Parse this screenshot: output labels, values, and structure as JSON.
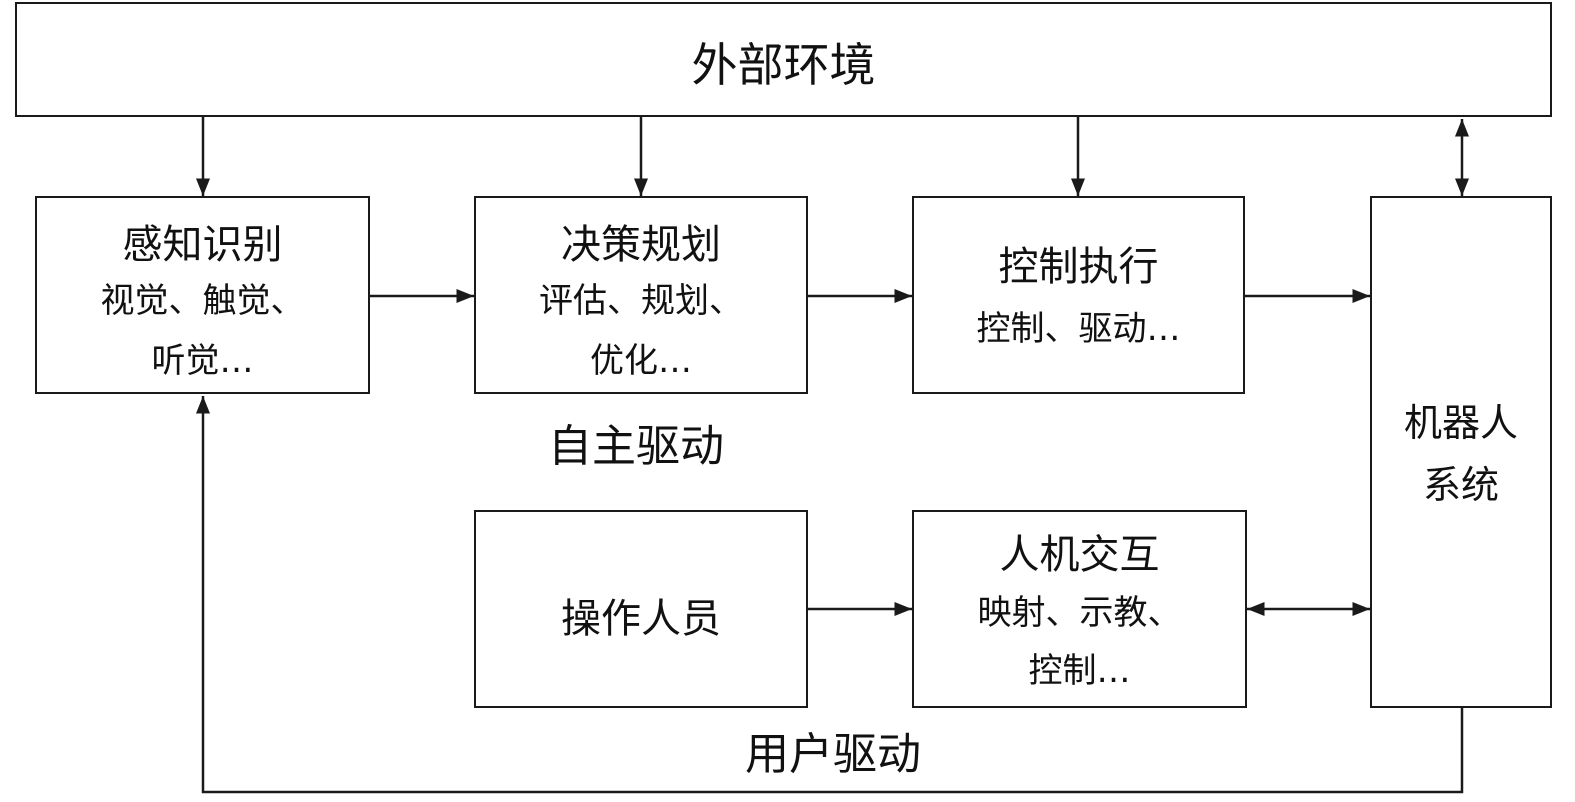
{
  "environment": {
    "title": "外部环境"
  },
  "perception": {
    "title": "感知识别",
    "line1": "视觉、触觉、",
    "line2": "听觉…"
  },
  "planning": {
    "title": "决策规划",
    "line1": "评估、规划、",
    "line2": "优化…"
  },
  "control": {
    "title": "控制执行",
    "line1": "控制、驱动…"
  },
  "robot": {
    "line1": "机器人",
    "line2": "系统"
  },
  "operator": {
    "title": "操作人员"
  },
  "hri": {
    "title": "人机交互",
    "line1": "映射、示教、",
    "line2": "控制…"
  },
  "labels": {
    "autonomous": "自主驱动",
    "user": "用户驱动"
  }
}
